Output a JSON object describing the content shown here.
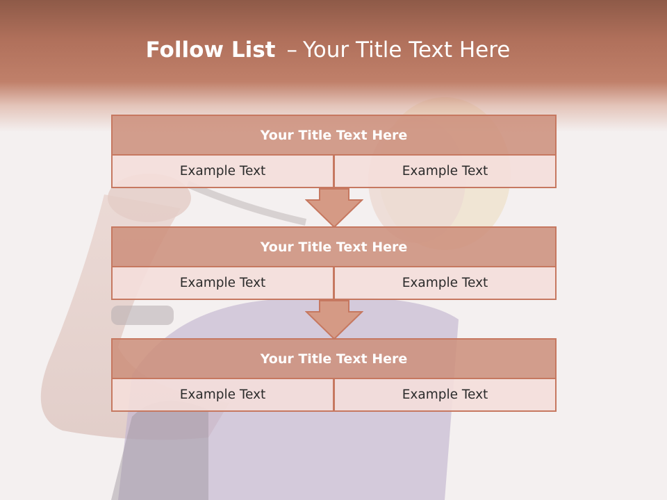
{
  "slide": {
    "title_bold": "Follow List",
    "title_separator": "–",
    "title_rest": "Your Title Text Here"
  },
  "blocks": [
    {
      "title": "Your Title Text Here",
      "left_text": "Example Text",
      "right_text": "Example Text"
    },
    {
      "title": "Your Title Text Here",
      "left_text": "Example Text",
      "right_text": "Example Text"
    },
    {
      "title": "Your Title Text Here",
      "left_text": "Example Text",
      "right_text": "Example Text"
    }
  ],
  "colors": {
    "header": "#b0705b",
    "block_title_fill": "#cd917d",
    "block_cell_fill": "#f4deda",
    "border": "#c67860",
    "arrow_fill": "#d59a85"
  },
  "icons": [
    "down-arrow-icon"
  ]
}
